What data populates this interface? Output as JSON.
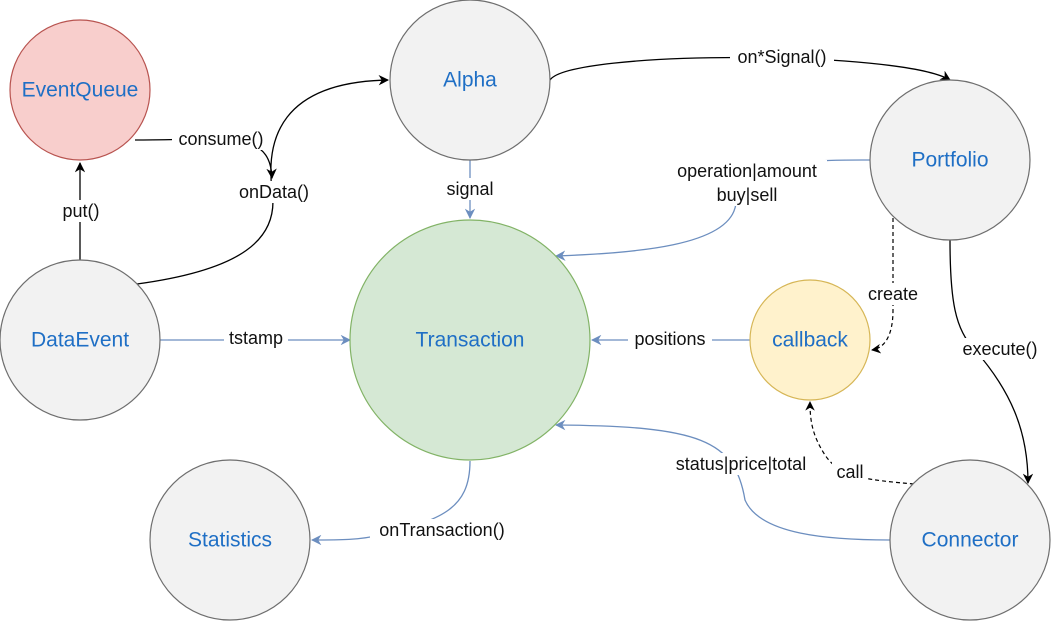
{
  "colors": {
    "node_label": "#1f6fc5",
    "gray_fill": "#f2f2f2",
    "gray_stroke": "#6e6e6e",
    "red_fill": "#f8cecc",
    "red_stroke": "#b85450",
    "green_fill": "#d5e8d4",
    "green_stroke": "#82b366",
    "yellow_fill": "#fff2cc",
    "yellow_stroke": "#d6b656",
    "black_edge": "#000000",
    "blue_edge": "#6c8ebf"
  },
  "nodes": {
    "eventqueue": "EventQueue",
    "alpha": "Alpha",
    "portfolio": "Portfolio",
    "dataevent": "DataEvent",
    "transaction": "Transaction",
    "callback": "callback",
    "statistics": "Statistics",
    "connector": "Connector"
  },
  "edges": {
    "consume": "consume()",
    "put": "put()",
    "ondata": "onData()",
    "signal": "signal",
    "onsignal": "on*Signal()",
    "operation_line1": "operation|amount",
    "operation_line2": "buy|sell",
    "create": "create",
    "execute": "execute()",
    "tstamp": "tstamp",
    "positions": "positions",
    "call": "call",
    "status": "status|price|total",
    "ontransaction": "onTransaction()"
  }
}
